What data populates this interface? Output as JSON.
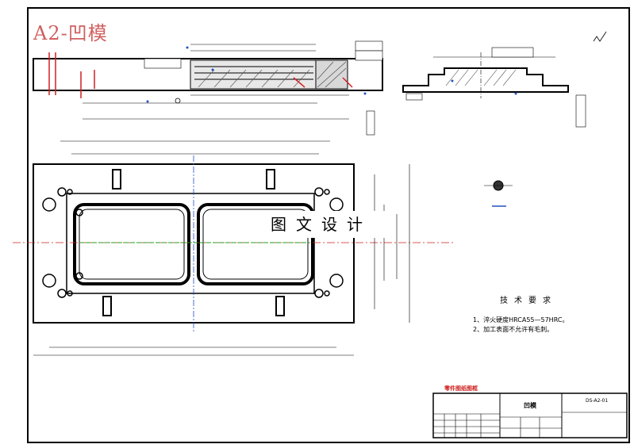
{
  "sheet": {
    "title_tag": "A2-凹模",
    "watermark": "图文设计"
  },
  "technical_requirements": {
    "heading": "技术要求",
    "items": [
      "1、淬火硬度HRCA55—57HRC。",
      "2、加工表面不允许有毛刺。"
    ]
  },
  "title_block": {
    "red_label": "零件图纸图框",
    "part_name": "凹模",
    "drawing_code": "DS-A2-01"
  },
  "colors": {
    "outline": "#000000",
    "accent_red": "#d02020",
    "dimension_blue": "#2050c0",
    "centerline_green": "#20a020"
  }
}
